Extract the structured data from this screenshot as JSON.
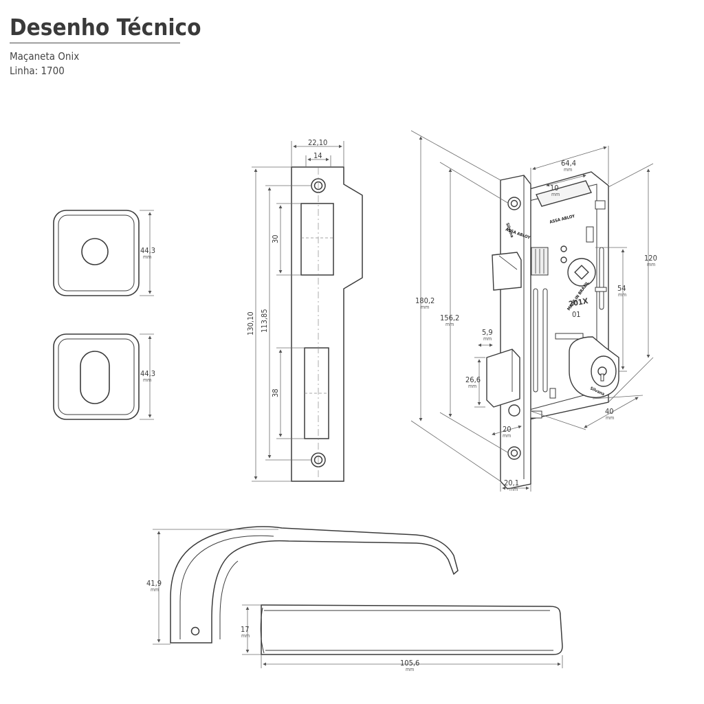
{
  "header": {
    "title": "Desenho Técnico",
    "subtitle": "Maçaneta Onix",
    "line": "Linha: 1700"
  },
  "unit": "mm",
  "rosettes": {
    "round": {
      "height": "44,3"
    },
    "oval": {
      "height": "44,3"
    }
  },
  "strike_plate": {
    "width_total": "22,10",
    "width_inner": "14",
    "height_total": "130,10",
    "hole_spacing": "113,85",
    "upper_opening": "30",
    "lower_opening": "38"
  },
  "lock_body": {
    "total_height": "180,2",
    "faceplate_holes": "156,2",
    "depth": "64,4",
    "backset_offset": "10",
    "case_height": "120",
    "handle_to_cylinder": "54",
    "latch_projection": "5,9",
    "bolt_height": "26,6",
    "bolt_width": "20",
    "faceplate_width": "20,1",
    "cylinder_backset": "40",
    "stamp_brand": "Silvana",
    "stamp_group": "ASSA ABLOY",
    "stamp_made_in": "MADE IN BRAZIL",
    "stamp_model": "201X",
    "stamp_code": "01"
  },
  "handle": {
    "height": "41,9",
    "thickness": "17",
    "length": "105,6"
  },
  "colors": {
    "line": "#3a3a3a",
    "dim_line": "#6a6a6a",
    "fill": "#ffffff"
  }
}
